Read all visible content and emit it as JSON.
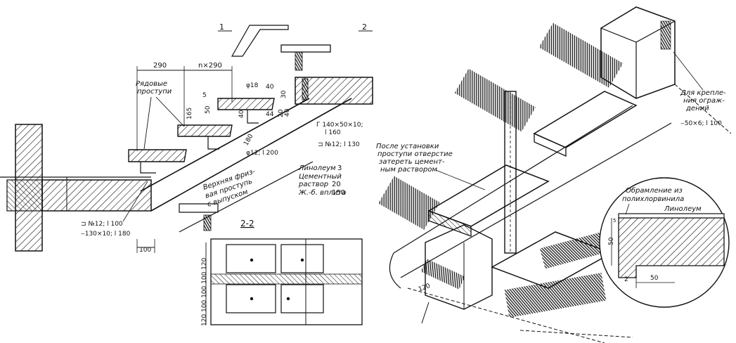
{
  "section_marks": {
    "cut1": "1",
    "cut1_side": "2",
    "cut2": "2",
    "section_title": "2-2"
  },
  "dimensions": {
    "tread_width": "290",
    "tread_repeat": "n×290",
    "d5": "5",
    "d50": "50",
    "d165": "165",
    "d40a": "40",
    "d30": "30",
    "d40b": "40",
    "d44": "44",
    "d20": "20",
    "d40c": "40",
    "d180": "180",
    "d100": "100",
    "d120": "120",
    "d2": "2",
    "d50b": "50",
    "d50c": "50",
    "stack": "120 100 100 100 120",
    "dia18": "φ18",
    "rod12": "φ12; l 200"
  },
  "labels": {
    "regular_treads": [
      "Рядовые",
      "проступи"
    ],
    "top_tread": [
      "Верхняя фриз-",
      "вая проступь",
      "с выпуском"
    ],
    "angle_left": [
      "⊐ №12; l 100",
      "‒130×10; l 180"
    ],
    "angle_mid": [
      "Г 140×50×10;",
      "l 160"
    ],
    "channel_mid": "⊐ №12; l 130",
    "layers": {
      "linoleum": "Линолеум",
      "linoleum_val": "3",
      "cement": [
        "Цементный",
        "раствор"
      ],
      "cement_val": "20",
      "rc": "Ж.-б. вплита",
      "rc_val": "150"
    },
    "after_install": [
      "После установки",
      "проступи отверстие",
      "затереть цемент-",
      "ным раствором"
    ],
    "fastening": [
      "Для крепле-",
      "ния ограж-",
      "дений",
      "‒50×6; l 100"
    ],
    "framing": [
      "Обрамление из",
      "полихлорвинила"
    ],
    "linoleum_detail": "Линолеум"
  }
}
